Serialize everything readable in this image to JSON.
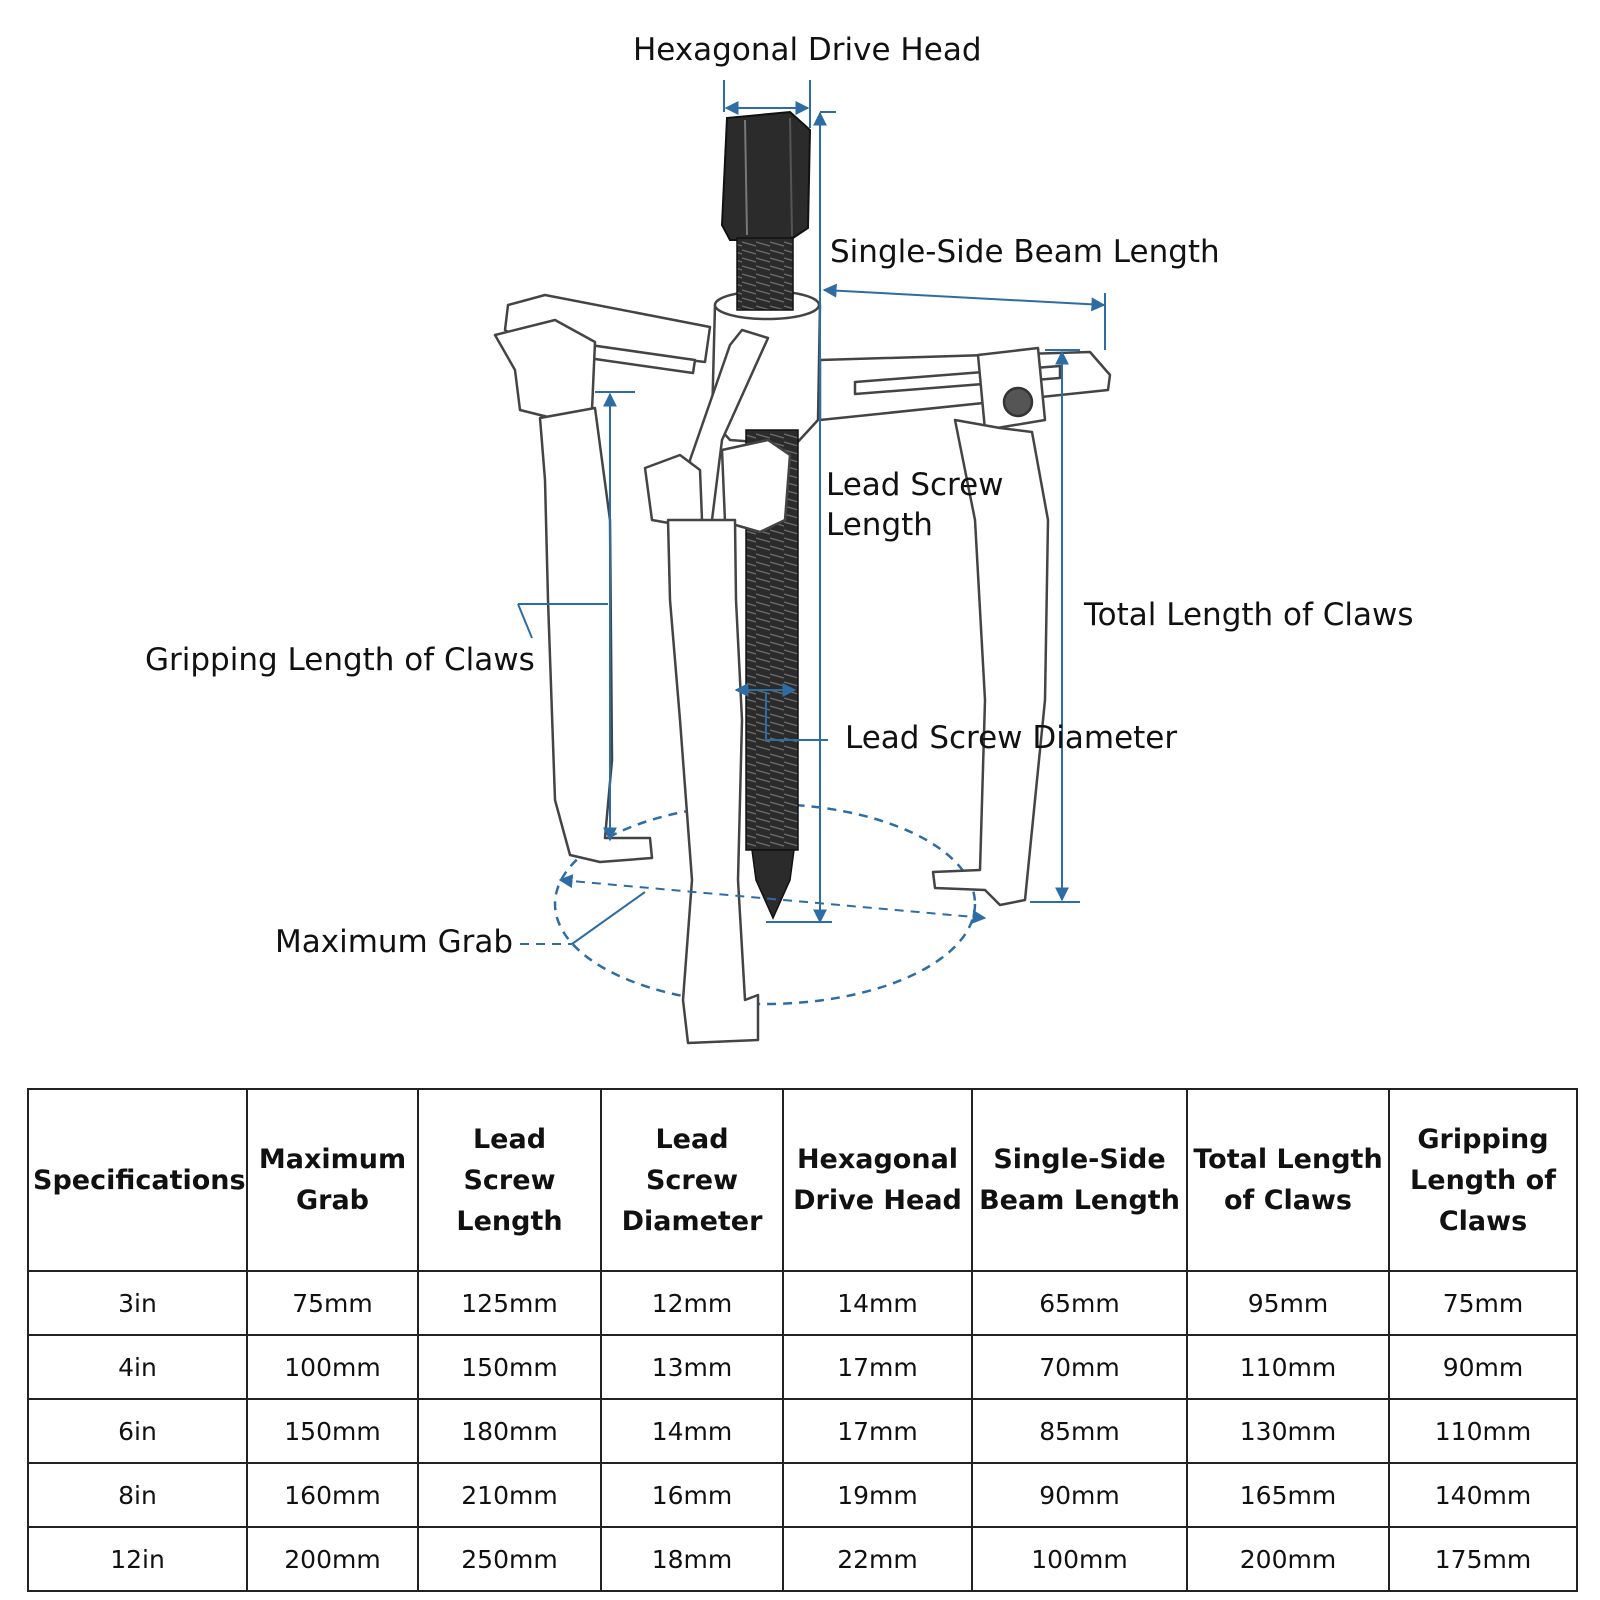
{
  "diagram": {
    "labels": {
      "hex_drive_head": "Hexagonal Drive Head",
      "single_side_beam": "Single-Side Beam Length",
      "lead_screw_length": "Lead Screw Length",
      "total_length_claws": "Total Length of Claws",
      "gripping_length_claws": "Gripping Length of Claws",
      "lead_screw_diameter": "Lead Screw Diameter",
      "maximum_grab": "Maximum Grab"
    },
    "colors": {
      "dimension_line": "#2e6da4",
      "tool_outline": "#444444",
      "screw": "#2b2b2b"
    }
  },
  "table": {
    "headers": [
      "Specifications",
      "Maximum Grab",
      "Lead Screw Length",
      "Lead Screw Diameter",
      "Hexagonal Drive Head",
      "Single-Side Beam Length",
      "Total Length of Claws",
      "Gripping Length of Claws"
    ],
    "rows": [
      [
        "3in",
        "75mm",
        "125mm",
        "12mm",
        "14mm",
        "65mm",
        "95mm",
        "75mm"
      ],
      [
        "4in",
        "100mm",
        "150mm",
        "13mm",
        "17mm",
        "70mm",
        "110mm",
        "90mm"
      ],
      [
        "6in",
        "150mm",
        "180mm",
        "14mm",
        "17mm",
        "85mm",
        "130mm",
        "110mm"
      ],
      [
        "8in",
        "160mm",
        "210mm",
        "16mm",
        "19mm",
        "90mm",
        "165mm",
        "140mm"
      ],
      [
        "12in",
        "200mm",
        "250mm",
        "18mm",
        "22mm",
        "100mm",
        "200mm",
        "175mm"
      ]
    ]
  }
}
